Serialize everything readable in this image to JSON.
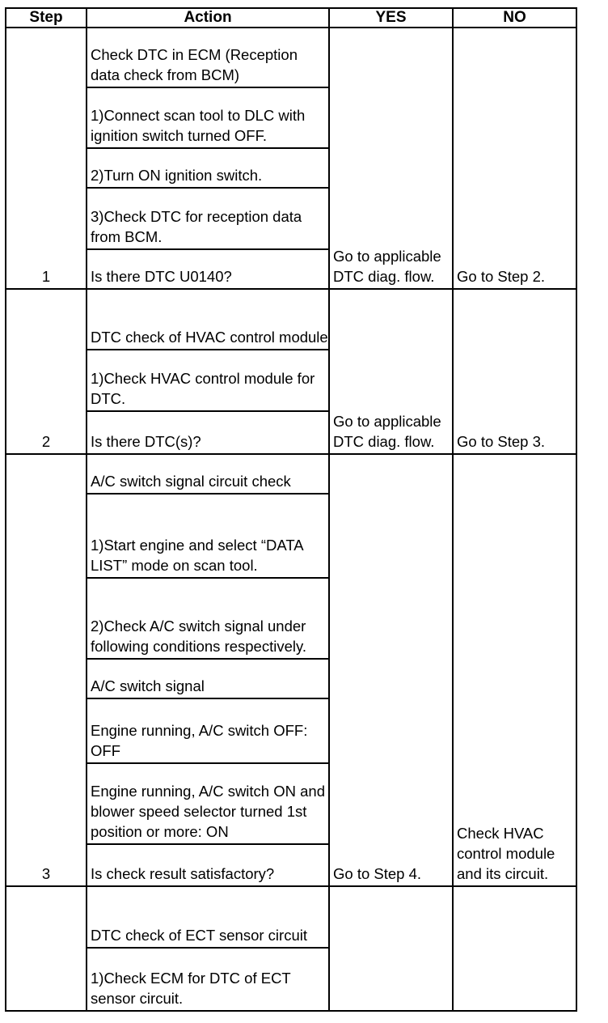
{
  "headers": {
    "step": "Step",
    "action": "Action",
    "yes": "YES",
    "no": "NO"
  },
  "steps": [
    {
      "number": "1",
      "actions": [
        "Check DTC in ECM (Reception data check from BCM)",
        "1)Connect scan tool to DLC with ignition switch turned OFF.",
        "2)Turn ON ignition switch.",
        "3)Check DTC for reception data from BCM.",
        "Is there DTC U0140?"
      ],
      "yes": "Go to applicable DTC diag. flow.",
      "no": "Go to Step 2."
    },
    {
      "number": "2",
      "actions": [
        "DTC check of HVAC control module",
        "1)Check HVAC control module for DTC.",
        "Is there DTC(s)?"
      ],
      "yes": "Go to applicable DTC diag. flow.",
      "no": "Go to Step 3."
    },
    {
      "number": "3",
      "actions": [
        "A/C switch signal circuit check",
        "1)Start engine and select “DATA LIST” mode on scan tool.",
        "2)Check A/C switch signal under following conditions respectively.",
        "A/C switch signal",
        "Engine running, A/C switch OFF: OFF",
        "Engine running, A/C switch ON and blower speed selector turned 1st position or more: ON",
        "Is check result satisfactory?"
      ],
      "yes": "Go to Step 4.",
      "no": "Check HVAC control module and its circuit."
    },
    {
      "number": "",
      "actions": [
        "DTC check of ECT sensor circuit",
        "1)Check ECM for DTC of ECT sensor circuit."
      ],
      "yes": "",
      "no": ""
    }
  ]
}
